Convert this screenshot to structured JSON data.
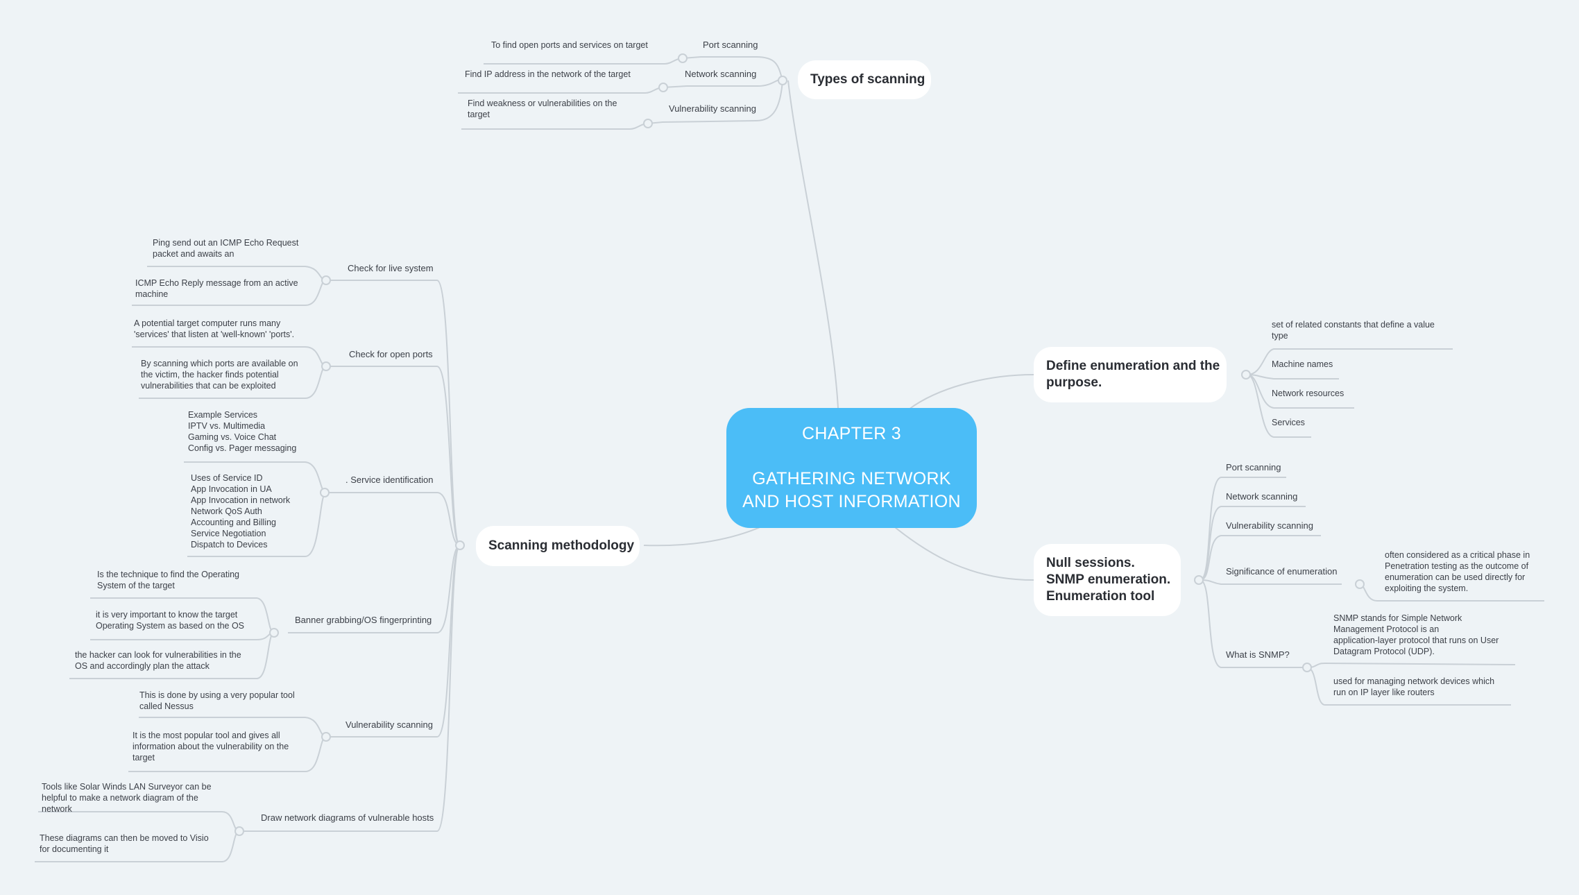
{
  "central": {
    "lines": [
      "CHAPTER 3",
      "GATHERING NETWORK",
      "AND HOST INFORMATION"
    ],
    "color": "#4bbdf7"
  },
  "topics": {
    "types": {
      "label": "Types of scanning",
      "items": [
        {
          "label": "Port scanning",
          "detail": [
            "To find open ports and services on target"
          ]
        },
        {
          "label": "Network scanning",
          "detail": [
            "Find IP address in the network of the target"
          ]
        },
        {
          "label": "Vulnerability scanning",
          "detail": [
            "Find weakness or vulnerabilities on the",
            "target"
          ]
        }
      ]
    },
    "define": {
      "lines": [
        "Define enumeration and the",
        "purpose."
      ],
      "items": [
        [
          "set of related constants that define a value",
          "type"
        ],
        [
          "Machine names"
        ],
        [
          "Network resources"
        ],
        [
          "Services"
        ]
      ]
    },
    "null": {
      "lines": [
        "Null sessions.",
        "SNMP enumeration.",
        "Enumeration tool"
      ],
      "items": [
        "Port scanning",
        "Network scanning",
        "Vulnerability scanning",
        "Significance of enumeration",
        "What is SNMP?"
      ],
      "significance": [
        "often considered as a critical phase in",
        "Penetration testing as the outcome of",
        "enumeration can be used directly for",
        "exploiting the system."
      ],
      "snmp": [
        [
          "SNMP stands for Simple Network",
          "Management Protocol is an",
          "application-layer protocol that runs on User",
          "Datagram Protocol (UDP)."
        ],
        [
          "used for managing network devices which",
          "run on IP layer like routers"
        ]
      ]
    },
    "method": {
      "label": "Scanning methodology",
      "items": [
        {
          "label": "Check for live system",
          "details": [
            [
              "Ping send out an ICMP Echo Request",
              "packet and awaits an"
            ],
            [
              "ICMP Echo Reply message from an active",
              "machine"
            ]
          ]
        },
        {
          "label": "Check for open ports",
          "details": [
            [
              "A potential target computer runs many",
              "'services' that listen at 'well-known' 'ports'."
            ],
            [
              "By scanning which ports are available on",
              "the victim, the hacker finds potential",
              "vulnerabilities that can be exploited"
            ]
          ]
        },
        {
          "label": ". Service identification",
          "details": [
            [
              "Example Services",
              "IPTV vs. Multimedia",
              "Gaming vs. Voice Chat",
              "Config vs. Pager messaging"
            ],
            [
              "Uses of Service ID",
              "App Invocation in UA",
              "App Invocation in network",
              "Network QoS Auth",
              "Accounting and Billing",
              "Service Negotiation",
              "Dispatch to Devices"
            ]
          ]
        },
        {
          "label": "Banner grabbing/OS fingerprinting",
          "details": [
            [
              "Is the technique to find the Operating",
              "System of the target"
            ],
            [
              "it is very important to know the target",
              "Operating System as based on the OS"
            ],
            [
              "the hacker can look for vulnerabilities in the",
              "OS and accordingly plan the attack"
            ]
          ]
        },
        {
          "label": "Vulnerability scanning",
          "details": [
            [
              "This is done by using a very popular tool",
              "called Nessus"
            ],
            [
              "It is the most popular tool and gives all",
              "information about the vulnerability on the",
              "target"
            ]
          ]
        },
        {
          "label": "Draw network diagrams of vulnerable hosts",
          "details": [
            [
              "Tools like Solar Winds LAN Surveyor can be",
              "helpful to make a network diagram of the",
              "network"
            ],
            [
              "These diagrams can then be moved to Visio",
              "for documenting it"
            ]
          ]
        }
      ]
    }
  },
  "colors": {
    "background": "#eef3f6",
    "line": "#c9d0d6",
    "topic_fill": "#ffffff",
    "text": "#3c4048"
  }
}
